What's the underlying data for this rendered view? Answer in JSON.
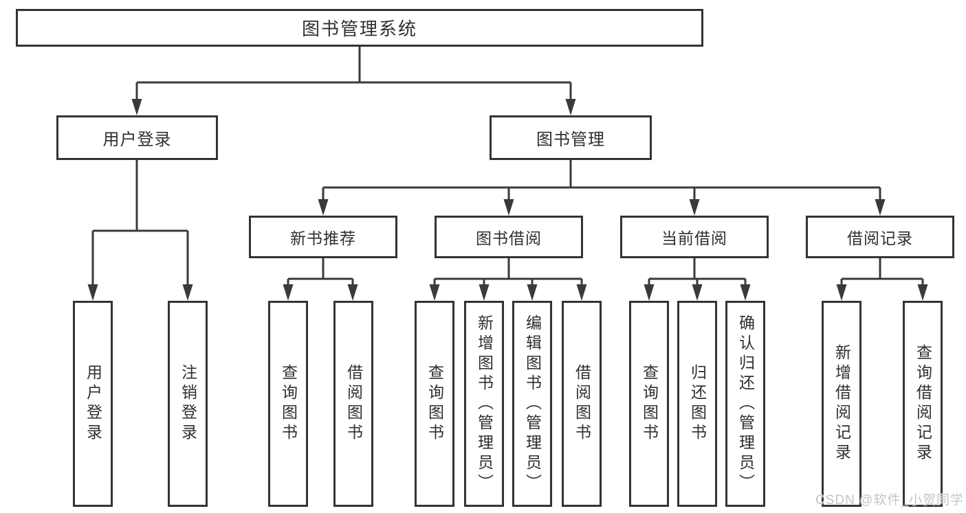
{
  "diagram": {
    "title": "图书管理系统",
    "branches": [
      {
        "label": "用户登录",
        "leaves": [
          "用户登录",
          "注销登录"
        ]
      },
      {
        "label": "图书管理",
        "groups": [
          {
            "label": "新书推荐",
            "leaves": [
              "查询图书",
              "借阅图书"
            ]
          },
          {
            "label": "图书借阅",
            "leaves": [
              "查询图书",
              "新增图书（管理员）",
              "编辑图书（管理员）",
              "借阅图书"
            ]
          },
          {
            "label": "当前借阅",
            "leaves": [
              "查询图书",
              "归还图书",
              "确认归还（管理员）"
            ]
          },
          {
            "label": "借阅记录",
            "leaves": [
              "新增借阅记录",
              "查询借阅记录"
            ]
          }
        ]
      }
    ]
  },
  "watermark": {
    "text": "CSDN @软件_小贺同学"
  },
  "colors": {
    "line": "#3a3a3a",
    "box_border": "#333333",
    "text": "#2f2f2f",
    "watermark": "#c2c5c8",
    "background": "#ffffff"
  }
}
